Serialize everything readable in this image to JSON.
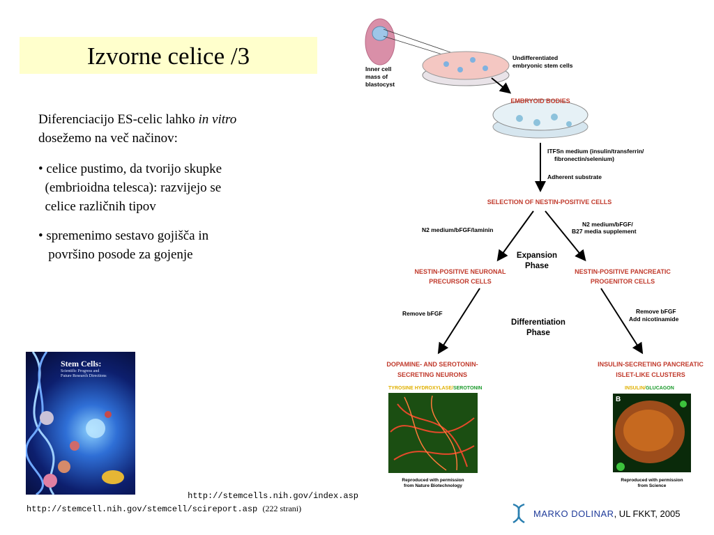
{
  "slide": {
    "title": "Izvorne celice /3",
    "intro_line1_pre": "Diferenciacijo ES-celic lahko ",
    "intro_line1_em": "in vitro",
    "intro_line2": "dosežemo na več načinov:",
    "bullets": [
      {
        "lines": [
          "• celice pustimo, da tvorijo skupke",
          "  (embrioidna telesca): razvijejo se",
          "  celice različnih tipov"
        ]
      },
      {
        "lines": [
          "• spremenimo sestavo gojišča in",
          "   površino posode za gojenje"
        ]
      }
    ],
    "book_cover": {
      "title": "Stem Cells:",
      "subtitle": "Scientific Progress and\nFuture Research Directions"
    },
    "urls": [
      "http://stemcells.nih.gov/index.asp",
      "http://stemcell.nih.gov/stemcell/scireport.asp"
    ],
    "url_note": "(222 strani)",
    "footer": {
      "author": "MARKO DOLINAR",
      "affiliation": ", UL FKKT, 2005"
    }
  },
  "diagram": {
    "inner_cell_mass": [
      "Inner cell",
      "mass of",
      "blastocyst"
    ],
    "undifferentiated": [
      "Undifferentiated",
      "embryonic stem cells"
    ],
    "embryoid_bodies": "EMBRYOID BODIES",
    "itfsn_medium": [
      "ITFSn medium (insulin/transferrin/",
      "fibronectin/selenium)"
    ],
    "adherent_substrate": "Adherent substrate",
    "selection": "SELECTION OF NESTIN-POSITIVE CELLS",
    "n2_left": "N2 medium/bFGF/laminin",
    "n2_right": [
      "N2 medium/bFGF/",
      "B27 media supplement"
    ],
    "expansion_phase": [
      "Expansion",
      "Phase"
    ],
    "neuronal_precursor": [
      "NESTIN-POSITIVE NEURONAL",
      "PRECURSOR CELLS"
    ],
    "pancreatic_progenitor": [
      "NESTIN-POSITIVE PANCREATIC",
      "PROGENITOR CELLS"
    ],
    "remove_bfgf_left": "Remove bFGF",
    "remove_bfgf_right": [
      "Remove bFGF",
      "Add nicotinamide"
    ],
    "differentiation_phase": [
      "Differentiation",
      "Phase"
    ],
    "neurons": [
      "DOPAMINE- AND SEROTONIN-",
      "SECRETING NEURONS"
    ],
    "islets": [
      "INSULIN-SECRETING PANCREATIC",
      "ISLET-LIKE CLUSTERS"
    ],
    "stain_left_a": "TYROSINE HYDROXYLASE/",
    "stain_left_b": "SEROTONIN",
    "stain_right_a": "INSULIN/",
    "stain_right_b": "GLUCAGON",
    "panel_b": "B",
    "credit_left": [
      "Reproduced with permission",
      "from Nature Biotechnology"
    ],
    "credit_right": [
      "Reproduced with permission",
      "from Science"
    ],
    "colors": {
      "red_label": "#c0392b",
      "yellow_stain": "#e0b000",
      "green_stain": "#1a9a2a"
    }
  }
}
